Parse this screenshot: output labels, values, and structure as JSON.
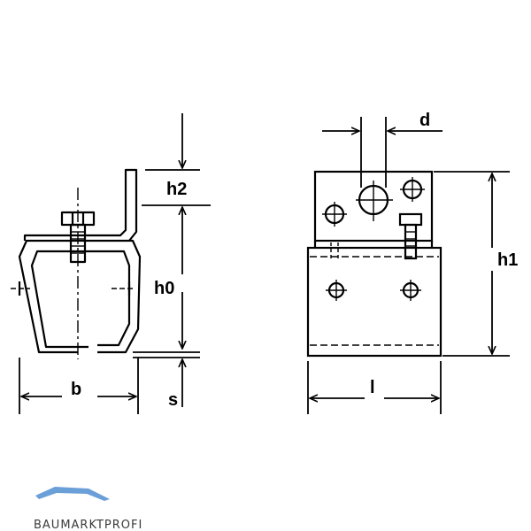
{
  "drawing": {
    "labels": {
      "h2": "h2",
      "h0": "h0",
      "b": "b",
      "s": "s",
      "d": "d",
      "l": "l",
      "h1": "h1"
    }
  },
  "logo": {
    "text": "BAUMARKTPROFI",
    "colors": {
      "roof": "#6b9fd8",
      "bars": "#7a7a7a",
      "text": "#3a3a3a"
    }
  },
  "colors": {
    "line": "#000000",
    "background": "#ffffff"
  }
}
